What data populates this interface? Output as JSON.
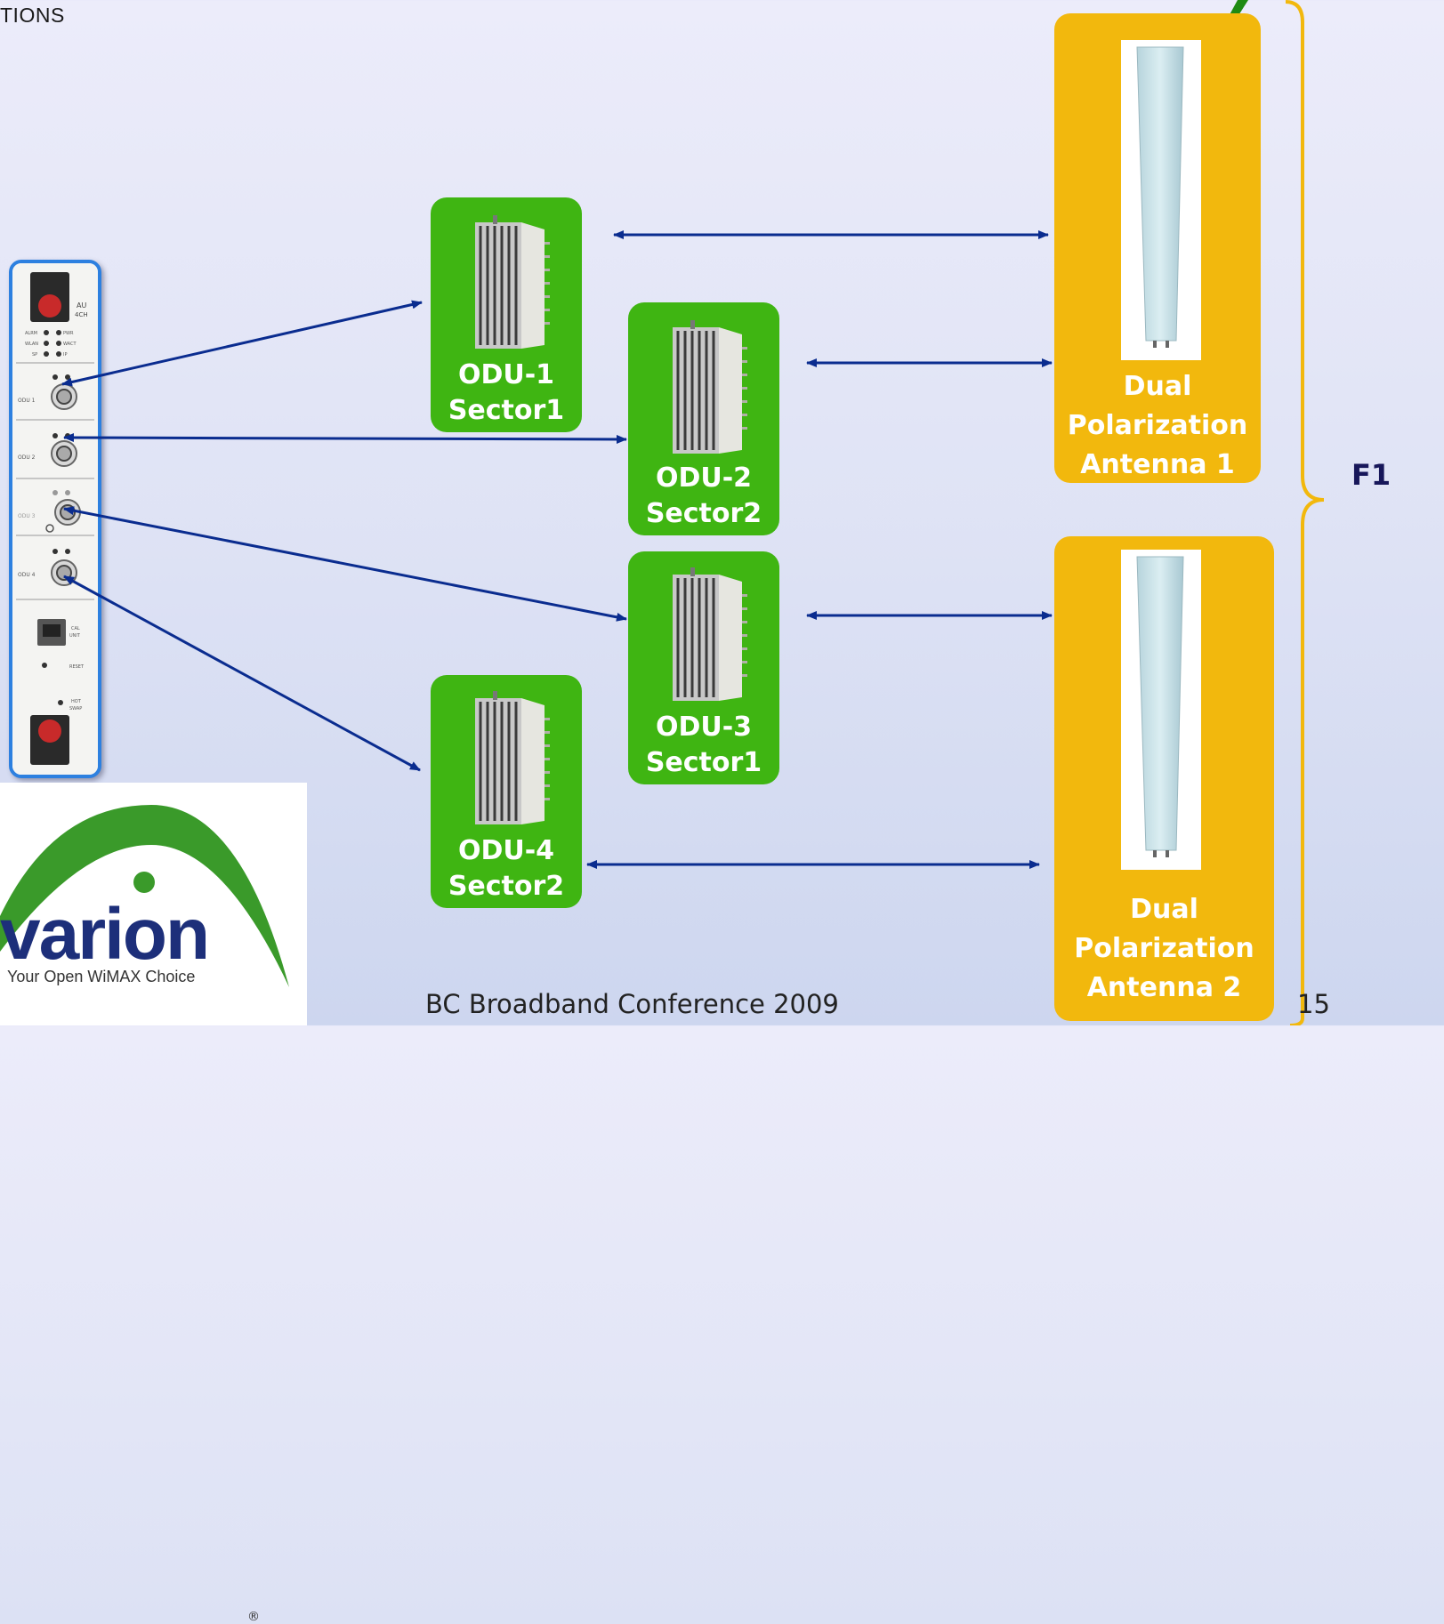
{
  "slide": {
    "header_fragment": "TIONS",
    "footer": "BC Broadband Conference 2009",
    "page_number": "15"
  },
  "odus": [
    {
      "name": "ODU-1",
      "sector": "Sector1"
    },
    {
      "name": "ODU-2",
      "sector": "Sector2"
    },
    {
      "name": "ODU-3",
      "sector": "Sector1"
    },
    {
      "name": "ODU-4",
      "sector": "Sector2"
    }
  ],
  "antennas": [
    {
      "line1": "Dual",
      "line2": "Polarization",
      "line3": "Antenna 1"
    },
    {
      "line1": "Dual",
      "line2": "Polarization",
      "line3": "Antenna 2"
    }
  ],
  "frequency_label": "F1",
  "au_card": {
    "title_line1": "AU",
    "title_line2": "4CH",
    "port_labels": [
      "ODU 1",
      "ODU 2",
      "ODU 3",
      "ODU 4"
    ],
    "led_labels": [
      "ALRM",
      "PWR",
      "WLAN",
      "WACT",
      "SP",
      "IP"
    ],
    "bottom_labels": [
      "CAL",
      "UNIT",
      "RESET",
      "HOT",
      "SWAP"
    ]
  },
  "logo": {
    "word": "varion",
    "tagline": "Your Open WiMAX Choice",
    "reg_mark": "®"
  },
  "colors": {
    "odu_green": "#3fb512",
    "antenna_gold": "#f2b80d",
    "connector_blue": "#0a2c8f",
    "card_border": "#2d80e0",
    "logo_navy": "#1d2f7a",
    "logo_arc_green": "#3a9a2a"
  }
}
